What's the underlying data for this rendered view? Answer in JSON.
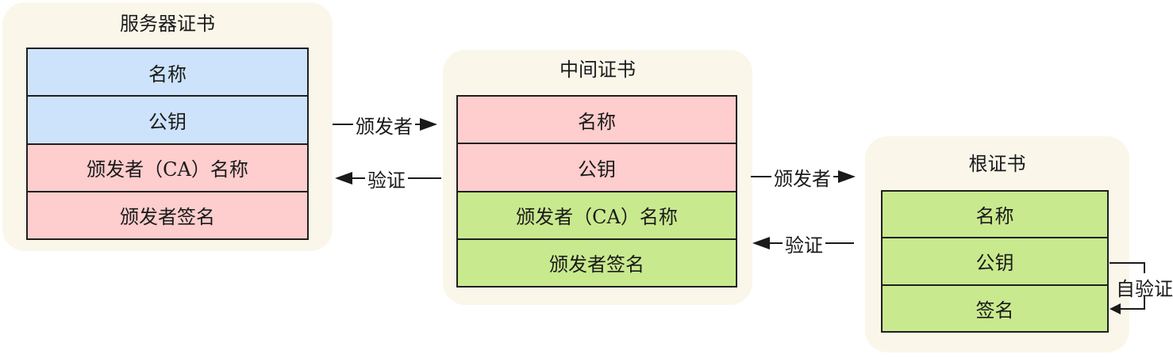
{
  "colors": {
    "blue": "#cde3fb",
    "pink": "#fecdcd",
    "green": "#c9e98e",
    "card": "#faf7ea",
    "border": "#1f1f1f",
    "line": "#1a1a1a"
  },
  "cards": [
    {
      "title": "服务器证书",
      "rows": [
        {
          "label": "名称",
          "color": "blue"
        },
        {
          "label": "公钥",
          "color": "blue"
        },
        {
          "label": "颁发者（CA）名称",
          "color": "pink"
        },
        {
          "label": "颁发者签名",
          "color": "pink"
        }
      ]
    },
    {
      "title": "中间证书",
      "rows": [
        {
          "label": "名称",
          "color": "pink"
        },
        {
          "label": "公钥",
          "color": "pink"
        },
        {
          "label": "颁发者（CA）名称",
          "color": "green"
        },
        {
          "label": "颁发者签名",
          "color": "green"
        }
      ]
    },
    {
      "title": "根证书",
      "rows": [
        {
          "label": "名称",
          "color": "green"
        },
        {
          "label": "公钥",
          "color": "green"
        },
        {
          "label": "签名",
          "color": "green"
        }
      ]
    }
  ],
  "connectors": {
    "issuer1": {
      "label": "颁发者",
      "direction": "right"
    },
    "verify1": {
      "label": "验证",
      "direction": "left"
    },
    "issuer2": {
      "label": "颁发者",
      "direction": "right"
    },
    "verify2": {
      "label": "验证",
      "direction": "left"
    },
    "selfVerify": {
      "label": "自验证"
    }
  }
}
